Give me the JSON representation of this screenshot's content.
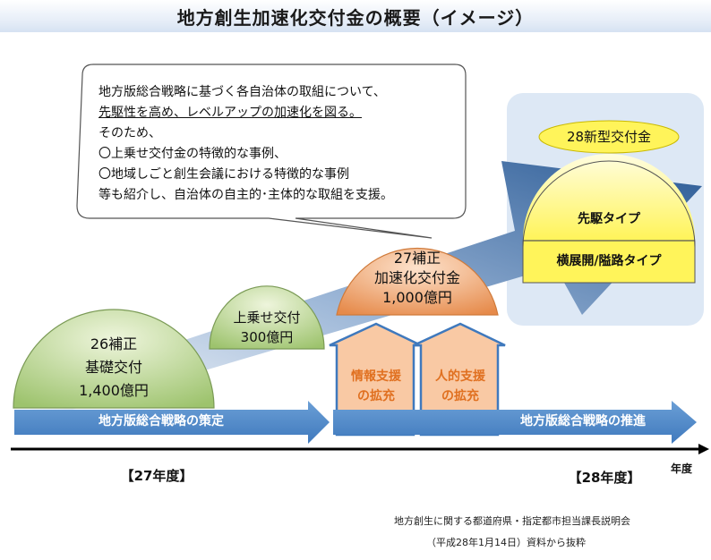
{
  "title": "地方創生加速化交付金の概要（イメージ）",
  "callout": {
    "line1": "地方版総合戦略に基づく各自治体の取組について、",
    "line2": "先駆性を高め、レベルアップの加速化を図る。",
    "line3": "そのため、",
    "line4": "〇上乗せ交付金の特徴的な事例、",
    "line5": "〇地域しごと創生会議における特徴的な事例",
    "line6": "等も紹介し、自治体の自主的･主体的な取組を支援。"
  },
  "dome26": {
    "line1": "26補正",
    "line2": "基礎交付",
    "line3": "1,400億円"
  },
  "dome_uwanose": {
    "line1": "上乗せ交付",
    "line2": "300億円"
  },
  "dome27": {
    "line1": "27補正",
    "line2": "加速化交付金",
    "line3": "1,000億円"
  },
  "new_grant": {
    "label": "28新型交付金",
    "type1": "先駆タイプ",
    "type2": "横展開/隘路タイプ"
  },
  "support_boxes": [
    {
      "line1": "情報支援",
      "line2": "の拡充"
    },
    {
      "line1": "人的支援",
      "line2": "の拡充"
    }
  ],
  "arrows": {
    "left": "地方版総合戦略の策定",
    "right": "地方版総合戦略の推進"
  },
  "timeline": {
    "axis_label": "年度",
    "year1": "【27年度】",
    "year2": "【28年度】"
  },
  "source": {
    "line1": "地方創生に関する都道府県・指定都市担当課長説明会",
    "line2": "（平成28年1月14日）資料から抜粋"
  }
}
